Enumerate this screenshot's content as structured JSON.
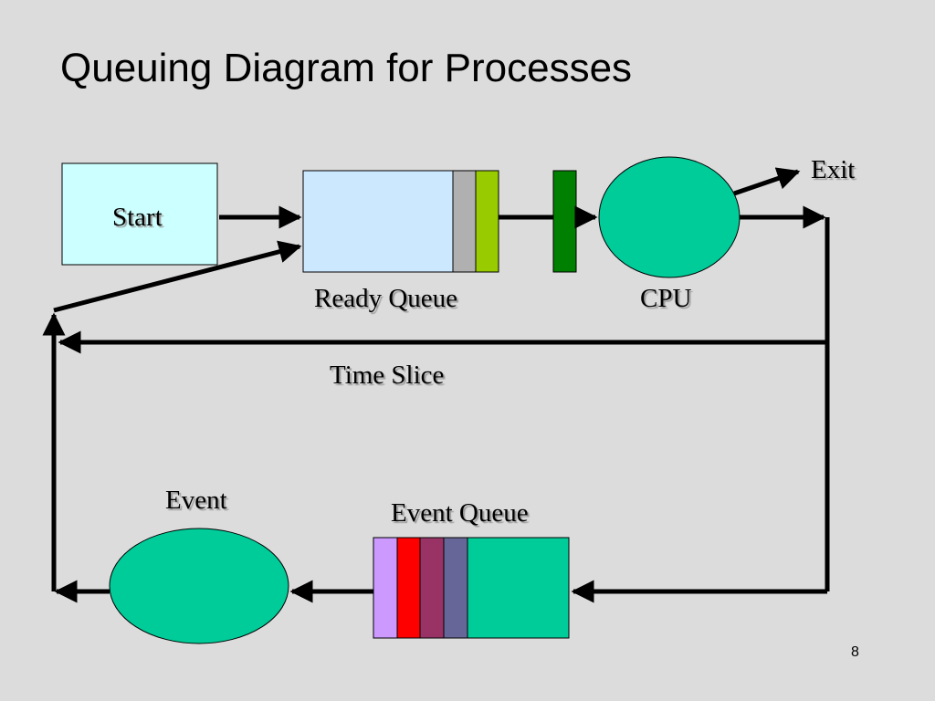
{
  "slide": {
    "title": "Queuing Diagram for Processes",
    "page_number": "8"
  },
  "diagram": {
    "start_label": "Start",
    "ready_queue_label": "Ready Queue",
    "cpu_label": "CPU",
    "exit_label": "Exit",
    "time_slice_label": "Time Slice",
    "event_label": "Event",
    "event_queue_label": "Event Queue"
  },
  "colors": {
    "background": "#dcdcdc",
    "start_box": "#ccffff",
    "ready_queue_body": "#cce8ff",
    "ready_slot_gray": "#b0b0b0",
    "ready_slot_green": "#99cc00",
    "dispatcher": "#008000",
    "cpu": "#00cc99",
    "event": "#00cc99",
    "event_slot_violet": "#cc99ff",
    "event_slot_red": "#ff0000",
    "event_slot_maroon": "#993366",
    "event_slot_slate": "#666699",
    "event_queue_body": "#00cc99"
  }
}
